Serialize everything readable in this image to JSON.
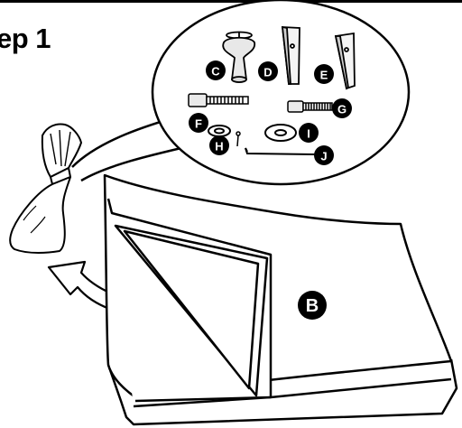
{
  "step": {
    "title": "ep 1"
  },
  "parts": {
    "big_label": "B",
    "labels": [
      "C",
      "D",
      "E",
      "F",
      "G",
      "H",
      "I",
      "J"
    ]
  }
}
